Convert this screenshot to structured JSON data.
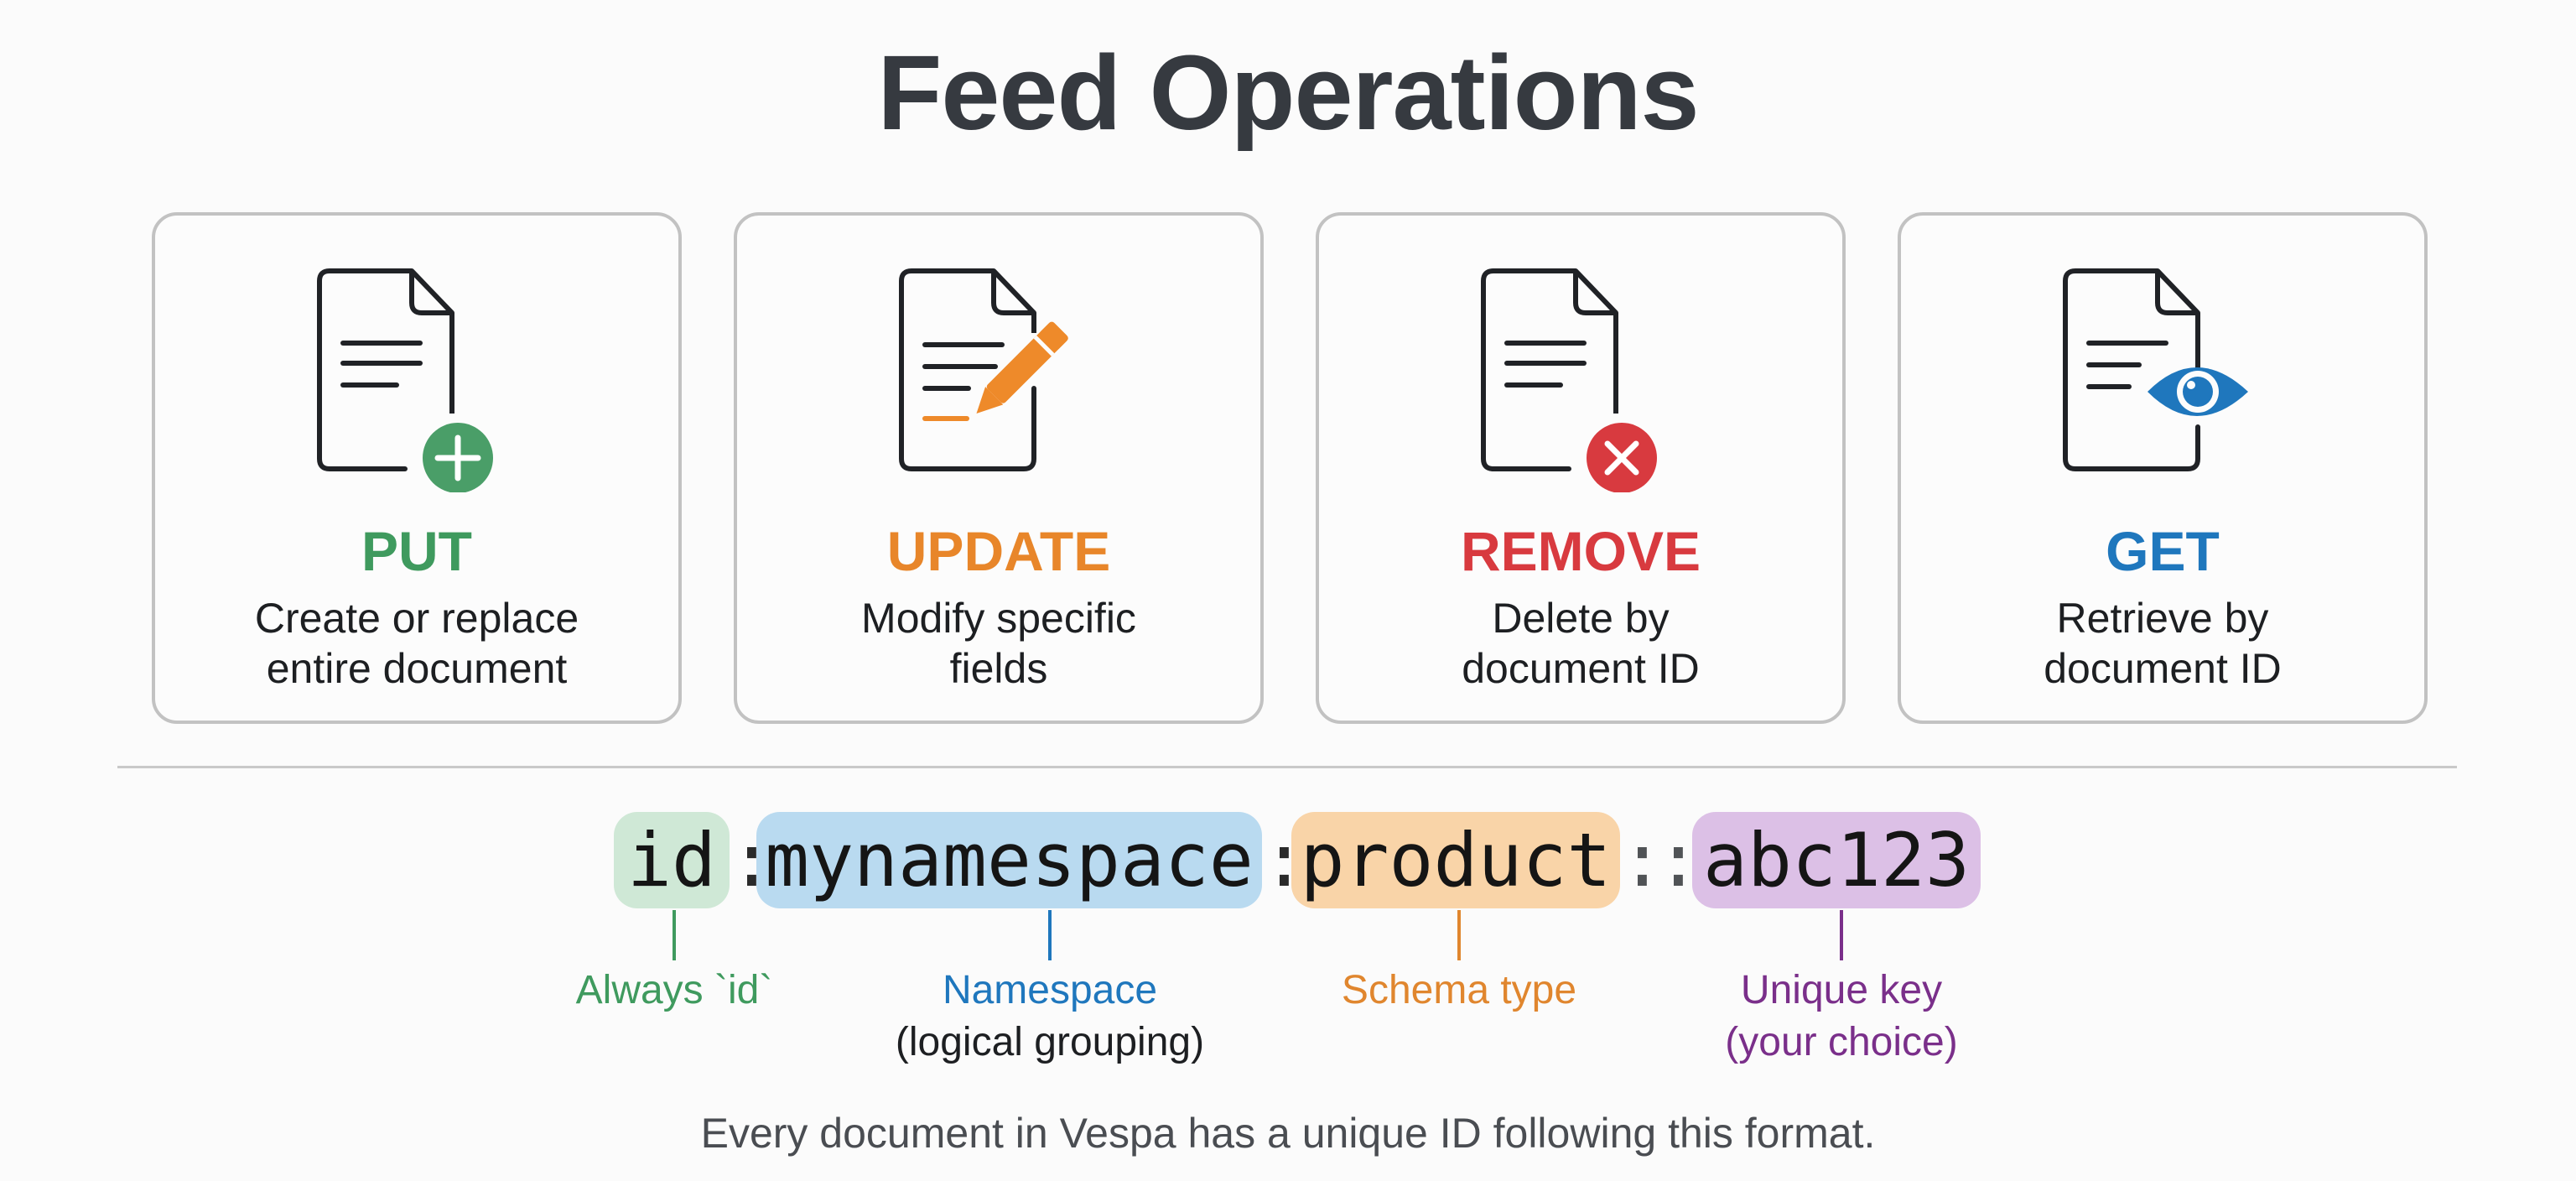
{
  "title": "Feed Operations",
  "colors": {
    "put": "#3f9a5e",
    "update": "#e8862a",
    "remove": "#d83a3f",
    "get": "#1f77bd",
    "id_pill": "#cfe8d6",
    "namespace_pill": "#b9daf0",
    "schema_pill": "#f9d4a8",
    "key_pill": "#dcc0e6",
    "namespace_label": "#1f77bd",
    "schema_label": "#e0862e",
    "key_label": "#7a2f8a"
  },
  "operations": [
    {
      "name": "PUT",
      "icon": "document-plus-icon",
      "description_line1": "Create or replace",
      "description_line2": "entire document"
    },
    {
      "name": "UPDATE",
      "icon": "document-pencil-icon",
      "description_line1": "Modify specific",
      "description_line2": "fields"
    },
    {
      "name": "REMOVE",
      "icon": "document-x-icon",
      "description_line1": "Delete by",
      "description_line2": "document ID"
    },
    {
      "name": "GET",
      "icon": "document-eye-icon",
      "description_line1": "Retrieve by",
      "description_line2": "document ID"
    }
  ],
  "document_id": {
    "parts": {
      "prefix": "id",
      "namespace": "mynamespace",
      "schema": "product",
      "key": "abc123"
    },
    "separators": {
      "single": ":",
      "double_a": ":",
      "double_b": ":"
    },
    "labels": [
      {
        "line1": "Always `id`",
        "line2": ""
      },
      {
        "line1": "Namespace",
        "line2": "(logical grouping)"
      },
      {
        "line1": "Schema type",
        "line2": ""
      },
      {
        "line1": "Unique key",
        "line2": "(your choice)"
      }
    ]
  },
  "footer": "Every document in Vespa has a unique ID following this format."
}
